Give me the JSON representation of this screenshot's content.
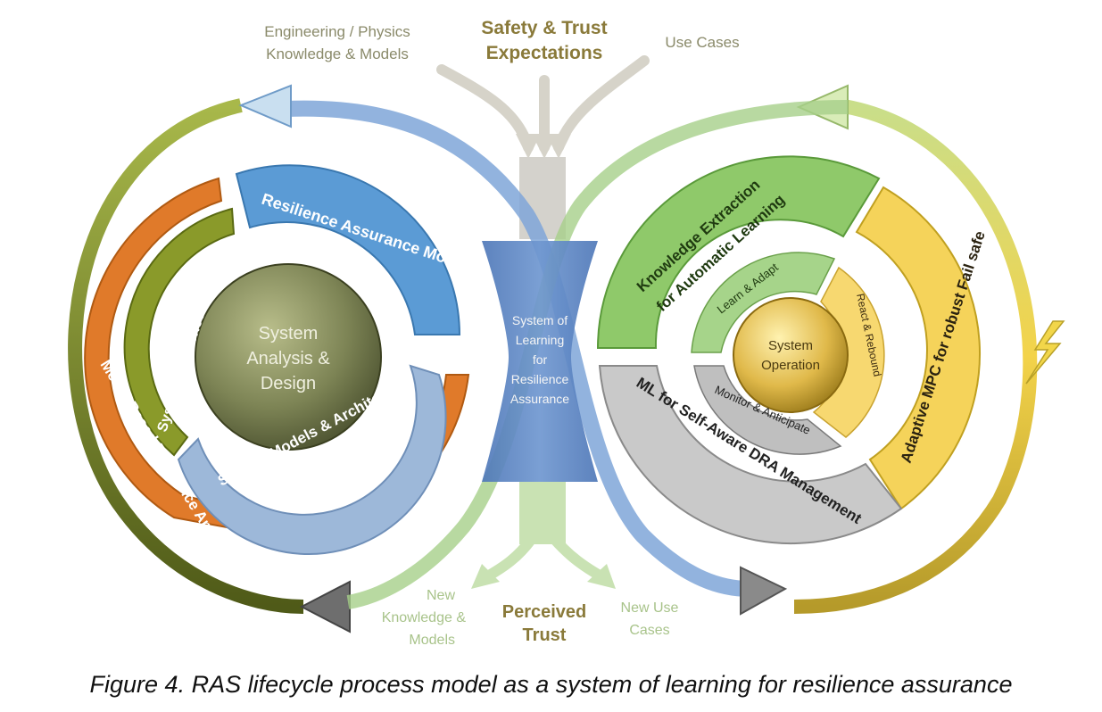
{
  "inputs": {
    "engineering_line1": "Engineering / Physics",
    "engineering_line2": "Knowledge & Models",
    "safety_line1": "Safety & Trust",
    "safety_line2": "Expectations",
    "use_cases": "Use Cases"
  },
  "outputs": {
    "new_knowledge_line1": "New",
    "new_knowledge_line2": "Knowledge &",
    "new_knowledge_line3": "Models",
    "perceived_line1": "Perceived",
    "perceived_line2": "Trust",
    "new_use_line1": "New Use",
    "new_use_line2": "Cases"
  },
  "left": {
    "center_line1": "System",
    "center_line2": "Analysis &",
    "center_line3": "Design",
    "ring_blue": "Resilience Assurance Model",
    "ring_lightblue": "System Models & Architecture",
    "ring_olive": "System Resilience Analysis",
    "ring_orange": "Model-Based Resilience Analysis"
  },
  "center": {
    "line1": "System of",
    "line2": "Learning",
    "line3": "for",
    "line4": "Resilience",
    "line5": "Assurance"
  },
  "right": {
    "center_line1": "System",
    "center_line2": "Operation",
    "ring_green_line1": "Knowledge Extraction",
    "ring_green_line2": "for Automatic Learning",
    "ring_gray": "ML for Self-Aware DRA Management",
    "ring_yellow": "Adaptive MPC for robust Fail safe",
    "inner_green": "Learn & Adapt",
    "inner_yellow": "React & Rebound",
    "inner_gray": "Monitor & Anticipate"
  },
  "caption": "Figure 4. RAS lifecycle process model as a system of learning for resilience assurance",
  "colors": {
    "blue": "#5b9bd5",
    "light_blue": "#9db8d9",
    "olive": "#8a9a2a",
    "orange": "#e07a2a",
    "green": "#8fc96a",
    "gray": "#c9c9c9",
    "yellow": "#f5d35a",
    "text_olive": "#8a7a3a",
    "text_green": "#a8c38a"
  }
}
